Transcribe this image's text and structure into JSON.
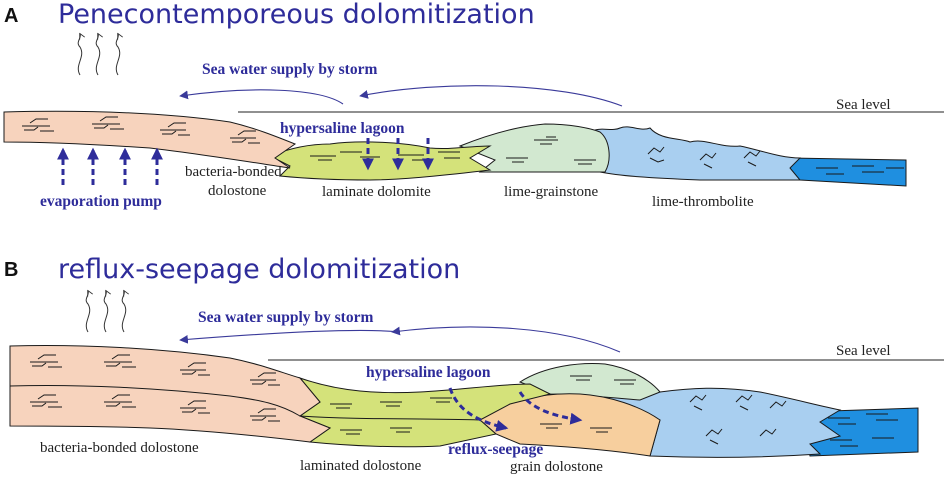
{
  "panels": [
    {
      "letter": "A",
      "title": "Penecontemporeous dolomitization",
      "storm_label": "Sea water supply by storm",
      "sea_level": "Sea level",
      "lagoon_label": "hypersaline  lagoon",
      "pump_label": "evaporation pump",
      "labels": {
        "bacteria_line1": "bacteria-bonded",
        "bacteria_line2": "dolostone",
        "laminate": "laminate dolomite",
        "grainstone": "lime-grainstone",
        "thrombolite": "lime-thrombolite"
      }
    },
    {
      "letter": "B",
      "title": "reflux-seepage dolomitization",
      "storm_label": "Sea water supply by storm",
      "sea_level": "Sea level",
      "lagoon_label": "hypersaline  lagoon",
      "reflux_label": "reflux-seepage",
      "labels": {
        "bacteria": "bacteria-bonded dolostone",
        "laminated": "laminated dolostone",
        "grain": "grain dolostone"
      }
    }
  ],
  "colors": {
    "title_blue": "#2e2c9a",
    "bacteria_pink": "#f7d3bd",
    "laminate_green": "#d4e27a",
    "grainstone_mint": "#d2e8d0",
    "thrombolite_blue": "#a9cff0",
    "ocean_blue": "#1f8fe0",
    "grain_orange": "#f7cf9e"
  }
}
